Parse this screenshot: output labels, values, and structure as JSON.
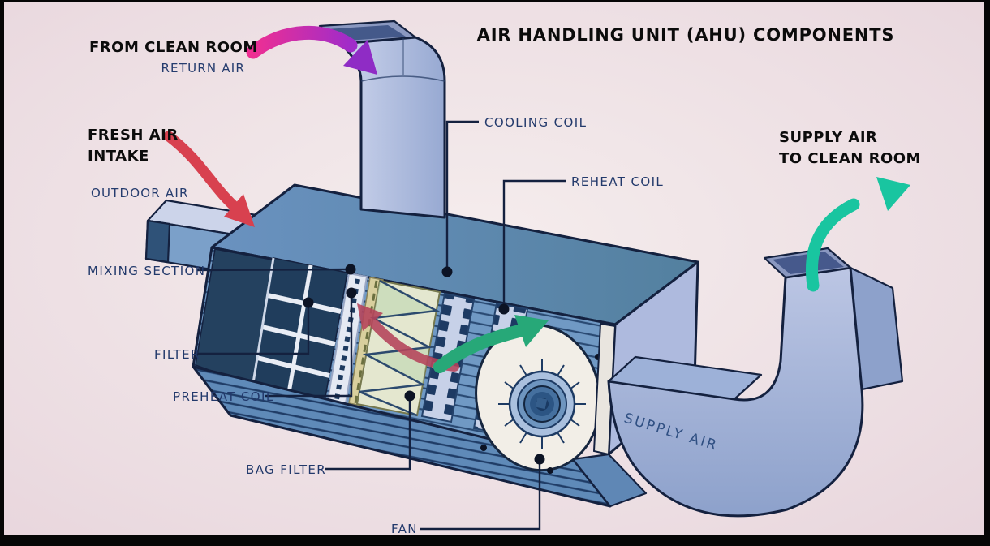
{
  "title": "AIR HANDLING UNIT (AHU) COMPONENTS",
  "flow_labels": {
    "from_clean_room": "FROM CLEAN ROOM",
    "return_air": "RETURN AIR",
    "fresh_air_line1": "FRESH AIR",
    "fresh_air_line2": "INTAKE",
    "outdoor_air": "OUTDOOR AIR",
    "supply_line1": "SUPPLY AIR",
    "supply_line2": "TO CLEAN ROOM",
    "supply_air_duct": "SUPPLY AIR"
  },
  "component_labels": {
    "mixing_section": "MIXING SECTION",
    "filter": "FILTER",
    "preheat_coil": "PREHEAT COIL",
    "bag_filter": "BAG FILTER",
    "fan": "FAN",
    "cooling_coil": "COOLING COIL",
    "reheat_coil": "REHEAT COIL"
  },
  "colors": {
    "background": "#EBDCE1",
    "frame": "#060606",
    "return_air_arrow": "#EE2F93",
    "return_air_arrow_tip": "#9A2CC9",
    "fresh_air_arrow": "#D8414F",
    "supply_air_arrow": "#19C5A0",
    "internal_flow_warm": "#B5435A",
    "internal_flow_cool": "#27A878",
    "unit_body": "#6089BA",
    "duct": "#B9C3E2",
    "label_text": "#22396B",
    "heading_text": "#0C0C0C"
  }
}
